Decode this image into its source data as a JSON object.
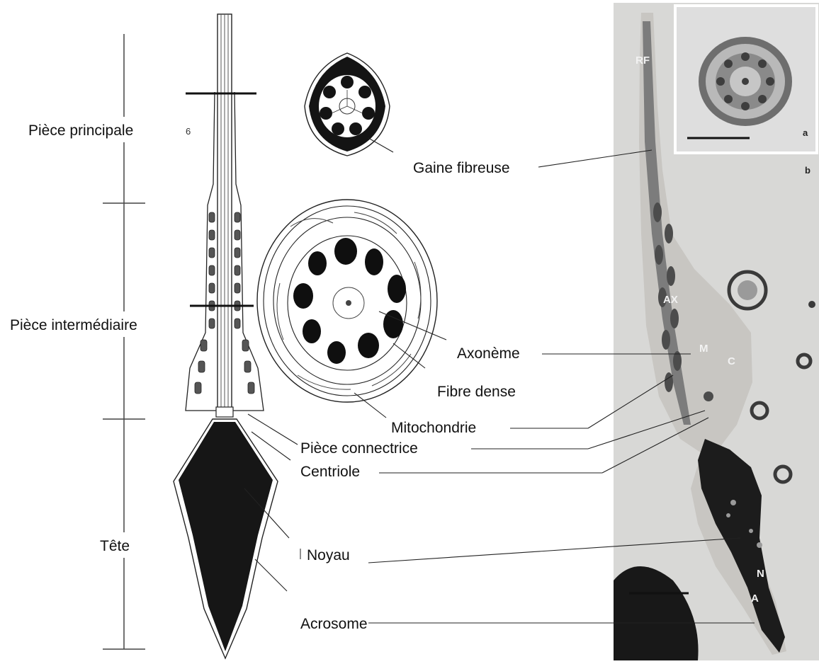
{
  "regions": {
    "principal": "Pièce principale",
    "intermediate": "Pièce intermédiaire",
    "head": "Tête"
  },
  "labels": {
    "gaine_fibreuse": "Gaine fibreuse",
    "axoneme": "Axonème",
    "fibre_dense": "Fibre dense",
    "mitochondrie": "Mitochondrie",
    "piece_connectrice": "Pièce connectrice",
    "centriole": "Centriole",
    "noyau": "Noyau",
    "acrosome": "Acrosome"
  },
  "micrograph_labels": {
    "rf": "RF",
    "ax": "AX",
    "m": "M",
    "c": "C",
    "n": "N",
    "a": "A",
    "panel_a": "a",
    "panel_b": "b",
    "stray_6": "6"
  },
  "colors": {
    "ink": "#111111",
    "micrograph_bg": "#dcdcdc",
    "cytoplasm": "#c7c4bf",
    "nucleus": "#1a1a1a"
  }
}
